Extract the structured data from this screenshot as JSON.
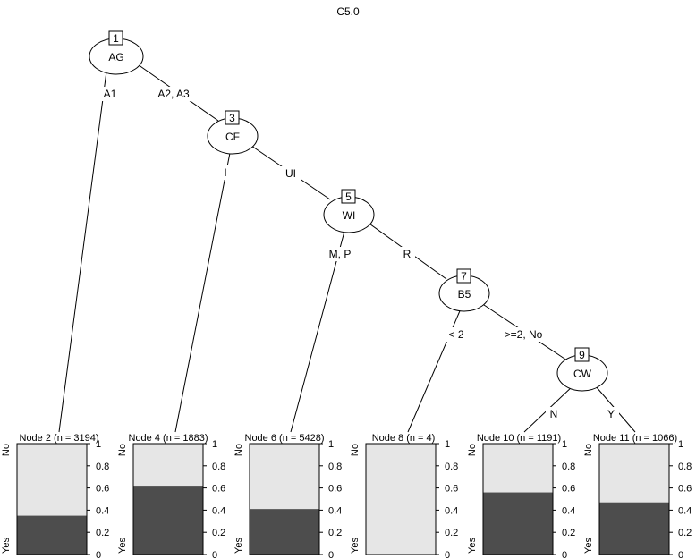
{
  "title": "C5.0",
  "colors": {
    "yes": "#4d4d4d",
    "no": "#e6e6e6",
    "line": "#000000"
  },
  "bar_axis": {
    "ticks": [
      "0",
      "0.2",
      "0.4",
      "0.6",
      "0.8",
      "1"
    ],
    "top_label": "No",
    "bottom_label": "Yes"
  },
  "inner_nodes": [
    {
      "id": "1",
      "label": "AG"
    },
    {
      "id": "3",
      "label": "CF"
    },
    {
      "id": "5",
      "label": "WI"
    },
    {
      "id": "7",
      "label": "B5"
    },
    {
      "id": "9",
      "label": "CW"
    }
  ],
  "edges": [
    {
      "label": "A1"
    },
    {
      "label": "A2, A3"
    },
    {
      "label": "I"
    },
    {
      "label": "UI"
    },
    {
      "label": "M, P"
    },
    {
      "label": "R"
    },
    {
      "label": "< 2"
    },
    {
      "label": ">=2, No"
    },
    {
      "label": "N"
    },
    {
      "label": "Y"
    }
  ],
  "leaves": [
    {
      "title": "Node 2 (n = 3194)",
      "yes": 0.35
    },
    {
      "title": "Node 4 (n = 1883)",
      "yes": 0.62
    },
    {
      "title": "Node 6 (n = 5428)",
      "yes": 0.41
    },
    {
      "title": "Node 8 (n = 4)",
      "yes": 0.0
    },
    {
      "title": "Node 10 (n = 1191)",
      "yes": 0.56
    },
    {
      "title": "Node 11 (n = 1066)",
      "yes": 0.47
    }
  ]
}
